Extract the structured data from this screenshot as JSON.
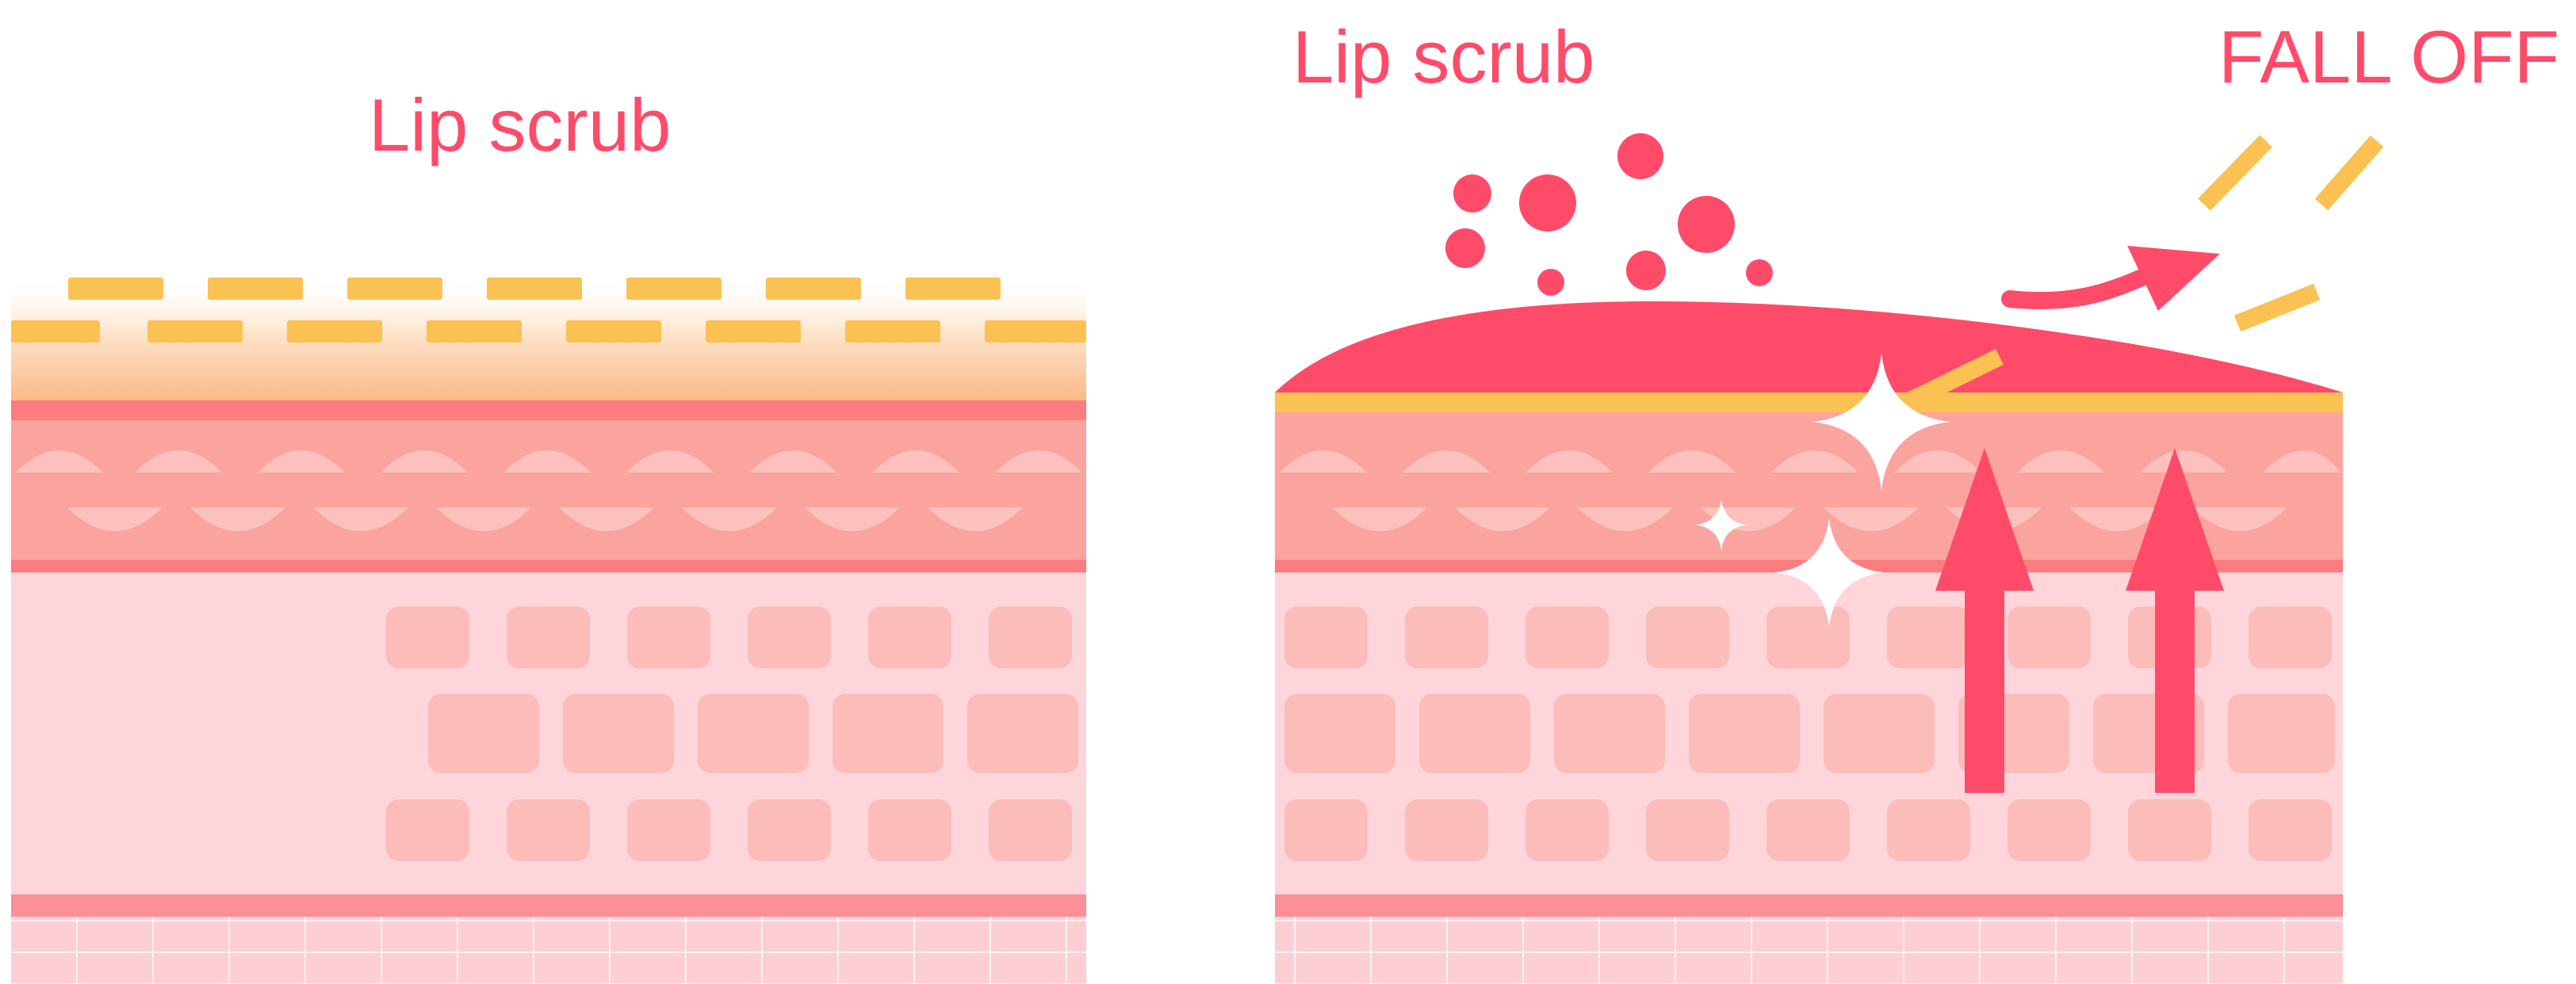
{
  "labels": {
    "left_title": "Lip scrub",
    "right_title": "Lip scrub",
    "right_callout": "FALL OFF"
  },
  "colors": {
    "accent_red": "#ff4b6a",
    "dead_skin_yellow": "#fbc152",
    "skin_top_layer": "#fba39e",
    "skin_edge": "#fb7d7f",
    "skin_cells": "#fdd5da",
    "skin_cell_blocks": "#fcbcb9",
    "skin_base_band": "#fc8f97",
    "skin_bottom": "#fdcfd4",
    "sparkle": "#ffffff"
  },
  "icons": {
    "scrub_particles": "circle-dots-icon",
    "flake_motion": "curved-arrow-icon",
    "renewal": "up-arrow-icon",
    "shine": "sparkle-icon"
  }
}
